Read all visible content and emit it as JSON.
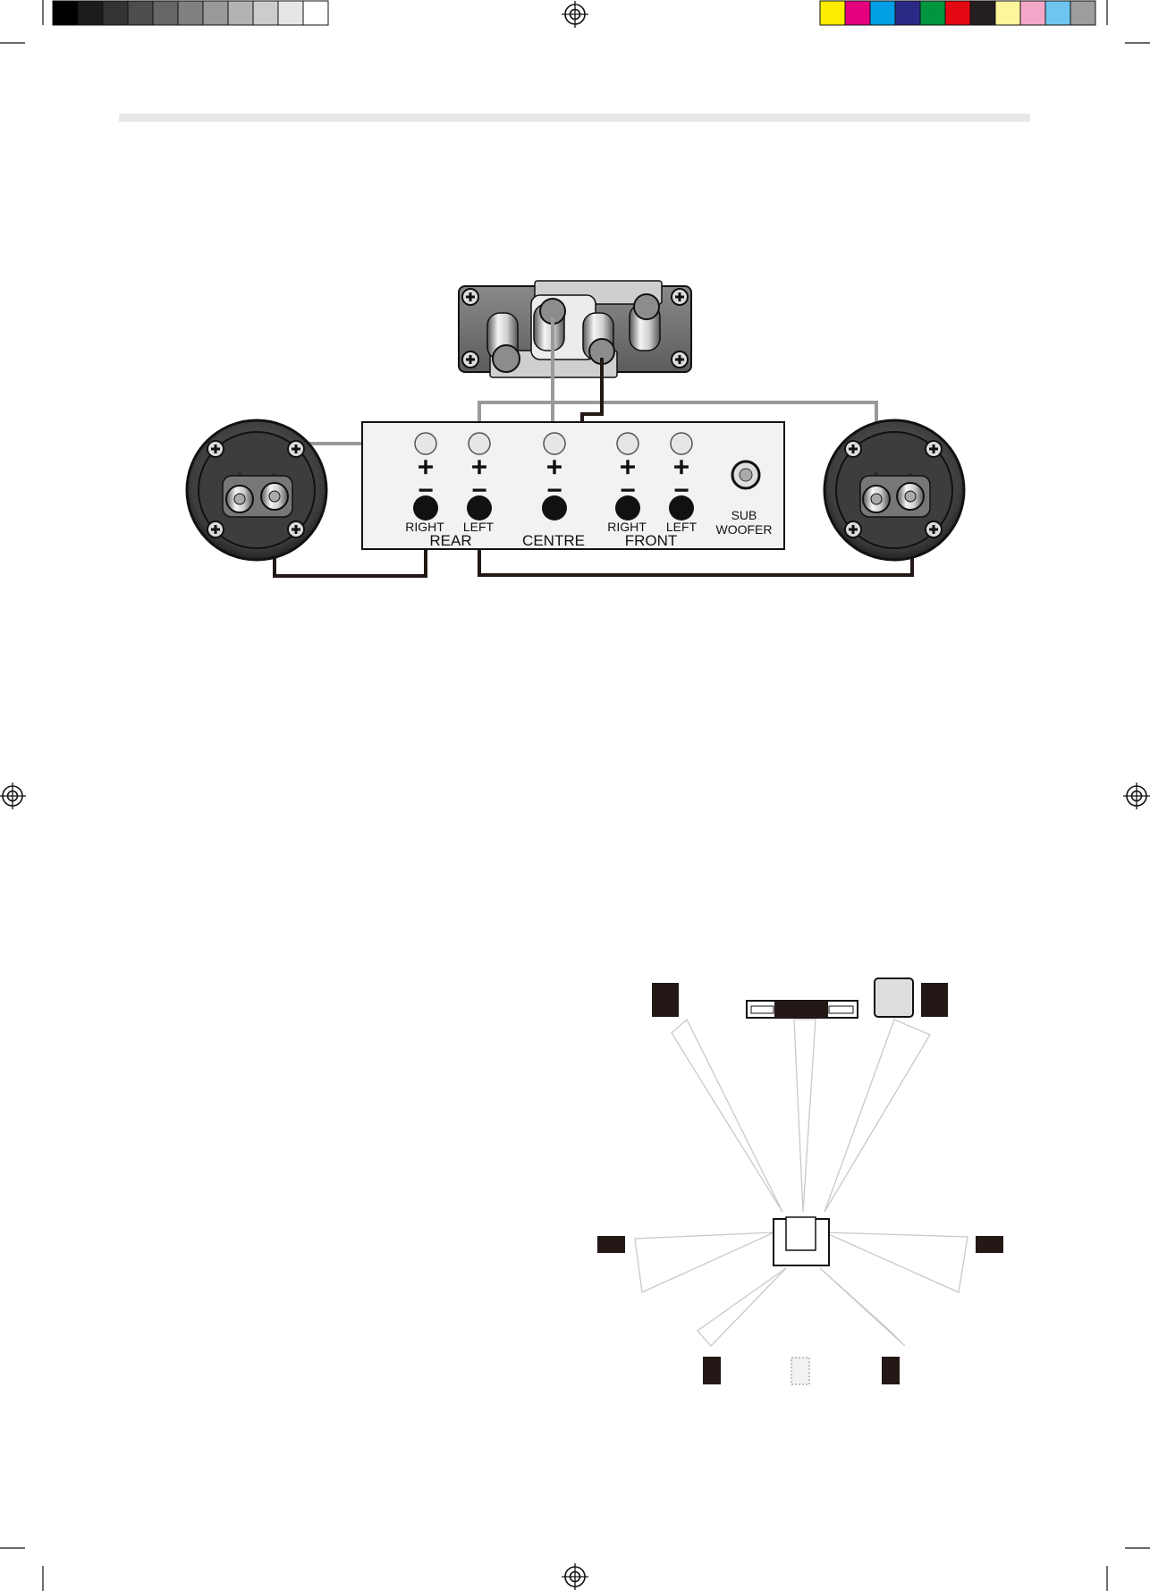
{
  "print_marks": {
    "grey_swatches": [
      "#000000",
      "#1c1c1c",
      "#333333",
      "#4d4d4d",
      "#666666",
      "#808080",
      "#999999",
      "#b3b3b3",
      "#cccccc",
      "#e6e6e6",
      "#ffffff"
    ],
    "color_swatches": [
      "#ffed00",
      "#e5007e",
      "#009fe3",
      "#2a2a86",
      "#009640",
      "#e30613",
      "#231f20",
      "#fff59b",
      "#f4a6c8",
      "#6ec6f0",
      "#9d9d9c"
    ]
  },
  "amplifier_panel": {
    "plus_symbol": "+",
    "minus_symbol": "−",
    "rear_right_label": "RIGHT",
    "rear_left_label": "LEFT",
    "rear_group_label": "REAR",
    "centre_label": "CENTRE",
    "front_right_label": "RIGHT",
    "front_left_label": "LEFT",
    "front_group_label": "FRONT",
    "sub_label_line1": "SUB",
    "sub_label_line2": "WOOFER"
  },
  "rear_speaker_left": {
    "plus_mark": "+",
    "minus_mark": "−"
  },
  "rear_speaker_right": {
    "plus_mark": "+",
    "minus_mark": "−"
  },
  "colors": {
    "positive_wire": "#9a9a9a",
    "negative_wire": "#231815",
    "panel_fill": "#f2f2f2",
    "speaker_body": "#555555",
    "block_dark": "#231815"
  }
}
